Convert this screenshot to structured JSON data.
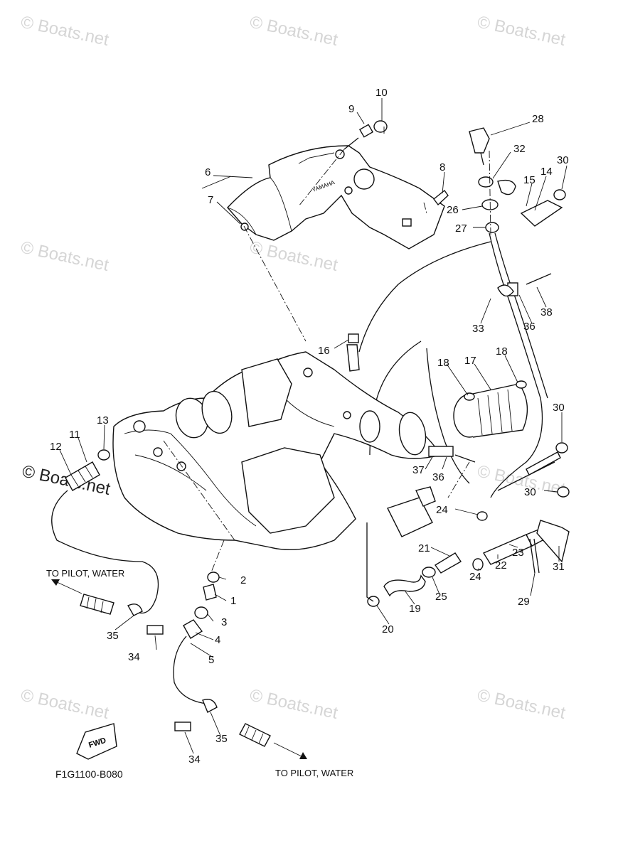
{
  "diagram_code": "F1G1100-B080",
  "captions": {
    "left_outlet": "TO PILOT, WATER",
    "bottom_outlet": "TO PILOT, WATER"
  },
  "badge": {
    "fwd": "FWD",
    "brand_on_cover": "YAMAHA"
  },
  "watermark": "© Boats.net",
  "callouts": [
    "10",
    "9",
    "28",
    "32",
    "30",
    "8",
    "14",
    "15",
    "6",
    "7",
    "26",
    "27",
    "38",
    "33",
    "36",
    "16",
    "18",
    "17",
    "18",
    "13",
    "30",
    "11",
    "12",
    "37",
    "36",
    "30",
    "24",
    "21",
    "22",
    "23",
    "31",
    "2",
    "1",
    "3",
    "24",
    "29",
    "4",
    "25",
    "19",
    "5",
    "20",
    "35",
    "34",
    "35",
    "34"
  ]
}
